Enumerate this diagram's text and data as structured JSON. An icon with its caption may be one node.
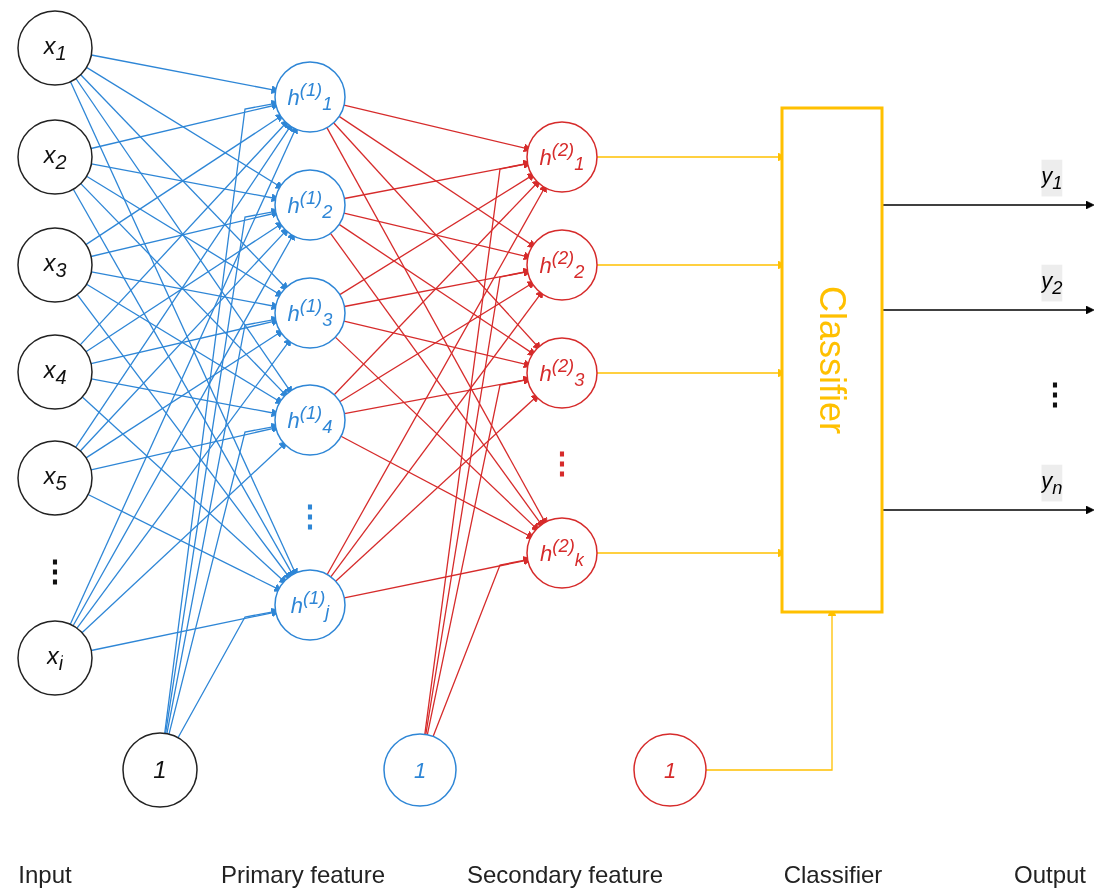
{
  "diagram": {
    "nodes": [
      {
        "text": [
          "x$_{1}$"
        ]
      },
      {
        "text": [
          "x$_{2}$"
        ]
      },
      {
        "text": [
          "x$_{3}$"
        ]
      },
      {
        "text": [
          "x$_{4}$"
        ]
      },
      {
        "text": [
          "x$_{5}$"
        ]
      },
      {
        "text": [
          "x$_{i}$"
        ]
      },
      {
        "text": [
          "1"
        ]
      },
      {
        "text": [
          "h$^{(1)}$$_{1}$"
        ]
      },
      {
        "text": [
          "h$^{(1)}$$_{2}$"
        ]
      },
      {
        "text": [
          "h$^{(1)}$$_{3}$"
        ]
      },
      {
        "text": [
          "h$^{(1)}$$_{4}$"
        ]
      },
      {
        "text": [
          "h$^{(1)}$$_{j}$"
        ]
      },
      {
        "text": [
          "1"
        ]
      },
      {
        "text": [
          "h$^{(2)}$$_{1}$"
        ]
      },
      {
        "text": [
          "h$^{(2)}$$_{2}$"
        ]
      },
      {
        "text": [
          "h$^{(2)}$$_{3}$"
        ]
      },
      {
        "text": [
          "h$^{(2)}$$_{k}$"
        ]
      },
      {
        "text": [
          "1"
        ]
      },
      {
        "text": [
          "Classifier"
        ]
      }
    ],
    "edges": [
      {
        "from": 0,
        "to": 7,
        "arrow": "to"
      },
      {
        "from": 0,
        "to": 8,
        "arrow": "to"
      },
      {
        "from": 0,
        "to": 9,
        "arrow": "to"
      },
      {
        "from": 0,
        "to": 10,
        "arrow": "to"
      },
      {
        "from": 0,
        "to": 11,
        "arrow": "to"
      },
      {
        "from": 1,
        "to": 7,
        "arrow": "to"
      },
      {
        "from": 1,
        "to": 8,
        "arrow": "to"
      },
      {
        "from": 1,
        "to": 9,
        "arrow": "to"
      },
      {
        "from": 1,
        "to": 10,
        "arrow": "to"
      },
      {
        "from": 1,
        "to": 11,
        "arrow": "to"
      },
      {
        "from": 2,
        "to": 7,
        "arrow": "to"
      },
      {
        "from": 2,
        "to": 8,
        "arrow": "to"
      },
      {
        "from": 2,
        "to": 9,
        "arrow": "to"
      },
      {
        "from": 2,
        "to": 10,
        "arrow": "to"
      },
      {
        "from": 2,
        "to": 11,
        "arrow": "to"
      },
      {
        "from": 3,
        "to": 7,
        "arrow": "to"
      },
      {
        "from": 3,
        "to": 8,
        "arrow": "to"
      },
      {
        "from": 3,
        "to": 9,
        "arrow": "to"
      },
      {
        "from": 3,
        "to": 10,
        "arrow": "to"
      },
      {
        "from": 3,
        "to": 11,
        "arrow": "to"
      },
      {
        "from": 4,
        "to": 7,
        "arrow": "to"
      },
      {
        "from": 4,
        "to": 8,
        "arrow": "to"
      },
      {
        "from": 4,
        "to": 9,
        "arrow": "to"
      },
      {
        "from": 4,
        "to": 10,
        "arrow": "to"
      },
      {
        "from": 4,
        "to": 11,
        "arrow": "to"
      },
      {
        "from": 5,
        "to": 7,
        "arrow": "to"
      },
      {
        "from": 5,
        "to": 8,
        "arrow": "to"
      },
      {
        "from": 5,
        "to": 9,
        "arrow": "to"
      },
      {
        "from": 5,
        "to": 10,
        "arrow": "to"
      },
      {
        "from": 5,
        "to": 11,
        "arrow": "to"
      },
      {
        "from": 6,
        "to": 7,
        "arrow": "to"
      },
      {
        "from": 6,
        "to": 8,
        "arrow": "to"
      },
      {
        "from": 6,
        "to": 9,
        "arrow": "to"
      },
      {
        "from": 6,
        "to": 10,
        "arrow": "to"
      },
      {
        "from": 6,
        "to": 11,
        "arrow": "to"
      },
      {
        "from": 7,
        "to": 13,
        "arrow": "to",
        "color": "#d62b2b"
      },
      {
        "from": 7,
        "to": 14,
        "arrow": "to",
        "color": "#d62b2b"
      },
      {
        "from": 7,
        "to": 15,
        "arrow": "to",
        "color": "#d62b2b"
      },
      {
        "from": 7,
        "to": 16,
        "arrow": "to",
        "color": "#d62b2b"
      },
      {
        "from": 8,
        "to": 13,
        "arrow": "to",
        "color": "#d62b2b"
      },
      {
        "from": 8,
        "to": 14,
        "arrow": "to",
        "color": "#d62b2b"
      },
      {
        "from": 8,
        "to": 15,
        "arrow": "to",
        "color": "#d62b2b"
      },
      {
        "from": 8,
        "to": 16,
        "arrow": "to",
        "color": "#d62b2b"
      },
      {
        "from": 9,
        "to": 13,
        "arrow": "to",
        "color": "#d62b2b"
      },
      {
        "from": 9,
        "to": 14,
        "arrow": "to",
        "color": "#d62b2b"
      },
      {
        "from": 9,
        "to": 15,
        "arrow": "to",
        "color": "#d62b2b"
      },
      {
        "from": 9,
        "to": 16,
        "arrow": "to",
        "color": "#d62b2b"
      },
      {
        "from": 10,
        "to": 13,
        "arrow": "to",
        "color": "#d62b2b"
      },
      {
        "from": 10,
        "to": 14,
        "arrow": "to",
        "color": "#d62b2b"
      },
      {
        "from": 10,
        "to": 15,
        "arrow": "to",
        "color": "#d62b2b"
      },
      {
        "from": 10,
        "to": 16,
        "arrow": "to",
        "color": "#d62b2b"
      },
      {
        "from": 11,
        "to": 13,
        "arrow": "to",
        "color": "#d62b2b"
      },
      {
        "from": 11,
        "to": 14,
        "arrow": "to",
        "color": "#d62b2b"
      },
      {
        "from": 11,
        "to": 15,
        "arrow": "to",
        "color": "#d62b2b"
      },
      {
        "from": 11,
        "to": 16,
        "arrow": "to",
        "color": "#d62b2b"
      },
      {
        "from": 12,
        "to": 13,
        "arrow": "to",
        "color": "#d62b2b"
      },
      {
        "from": 12,
        "to": 14,
        "arrow": "to",
        "color": "#d62b2b"
      },
      {
        "from": 12,
        "to": 15,
        "arrow": "to",
        "color": "#d62b2b"
      },
      {
        "from": 12,
        "to": 16,
        "arrow": "to",
        "color": "#d62b2b"
      },
      {
        "from": 13,
        "to": 18,
        "arrow": "to",
        "color": "#ffc000"
      },
      {
        "from": 14,
        "to": 18,
        "arrow": "to",
        "color": "#ffc000"
      },
      {
        "from": 15,
        "to": 18,
        "arrow": "to",
        "color": "#ffc000"
      },
      {
        "from": 16,
        "to": 18,
        "arrow": "to",
        "color": "#ffc000"
      },
      {
        "from": 17,
        "to": 18,
        "arrow": "to",
        "color": "#ffc000"
      },
      {
        "from": 18,
        "to": null,
        "arrow": "to",
        "label": "y$_{1}$",
        "color": "#000000"
      },
      {
        "from": 18,
        "to": null,
        "arrow": "to",
        "label": "y$_{2}$",
        "color": "#000000"
      },
      {
        "from": 18,
        "to": null,
        "arrow": "to",
        "label": "y$_{n}$",
        "color": "#000000"
      }
    ],
    "labels": [
      "⋮",
      "⋮",
      "⋮",
      "⋮",
      "Input",
      "Primary feature",
      "Secondary feature",
      "Classifier",
      "Output"
    ]
  }
}
